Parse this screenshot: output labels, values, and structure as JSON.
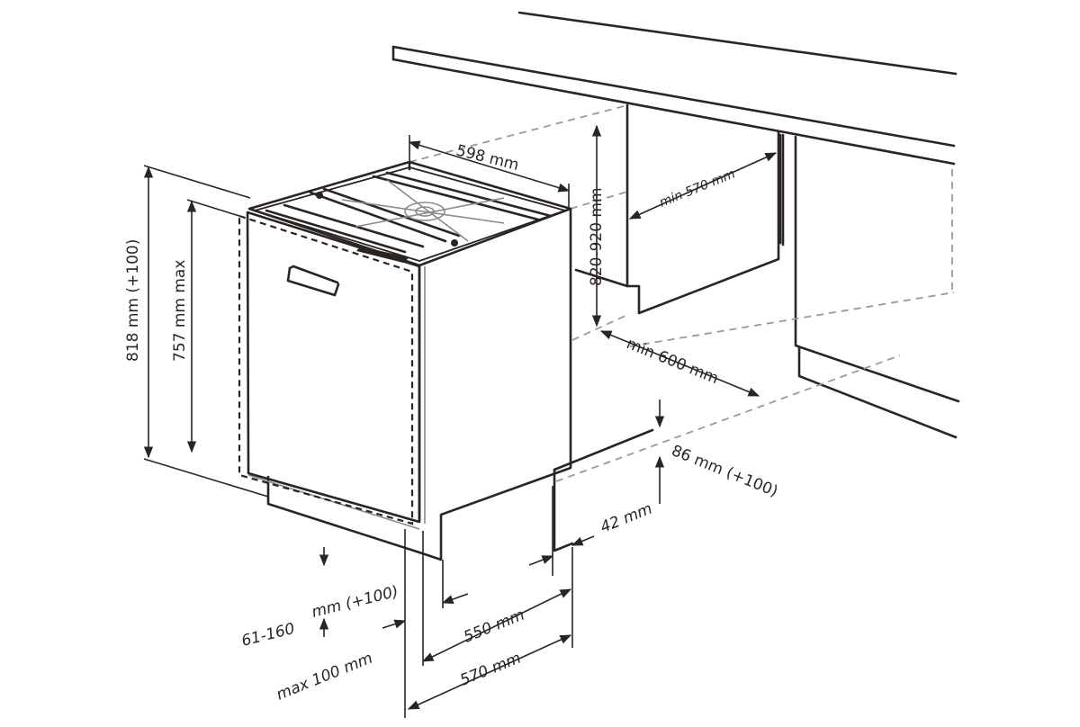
{
  "dimensions": {
    "width_top": "598 mm",
    "cabinet_height": "820-920 mm",
    "cabinet_depth_min": "min 570 mm",
    "opening_width_min": "min 600 mm",
    "appliance_height": "818 mm (+100)",
    "door_panel_height": "757 mm max",
    "plinth_height": "86 mm (+100)",
    "rear_gap": "42 mm",
    "plinth_range": "61-160",
    "plinth_range_unit": "mm (+100)",
    "door_overhang": "max 100 mm",
    "depth_550": "550 mm",
    "depth_570": "570 mm"
  }
}
